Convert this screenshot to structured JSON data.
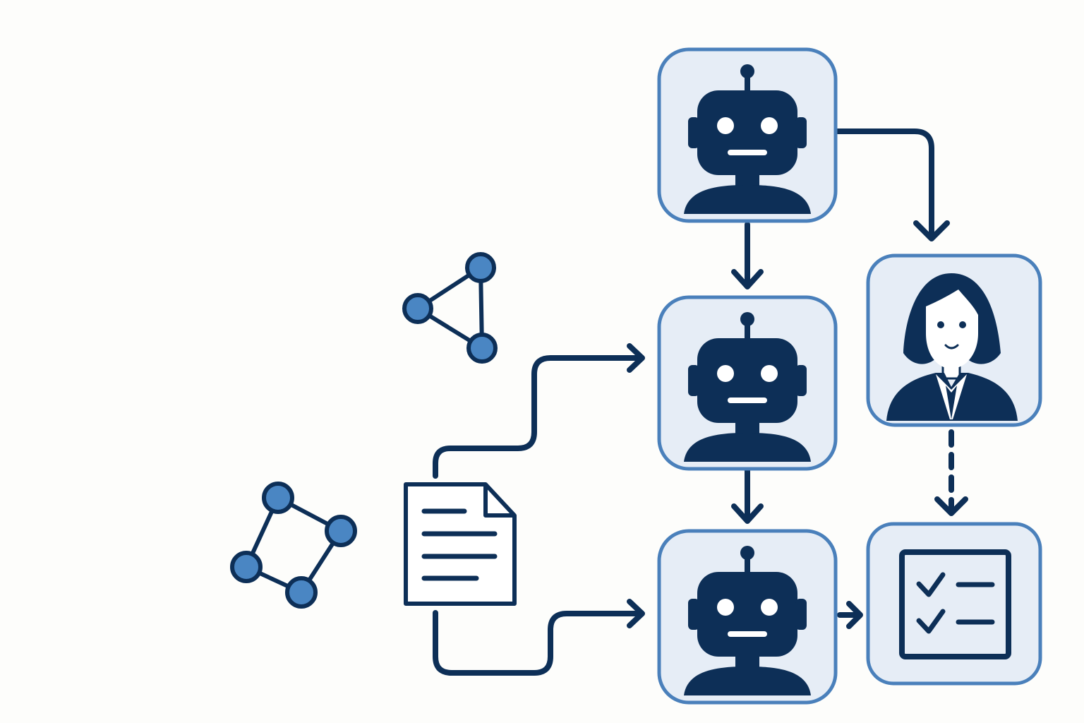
{
  "colors": {
    "background": "#fdfdfb",
    "ink": "#0d2f57",
    "card_fill": "#e6edf6",
    "card_border": "#4a80bb",
    "node_fill": "#4a86c3",
    "white": "#ffffff"
  },
  "nodes": [
    {
      "id": "agent-top",
      "kind": "agent",
      "icon": "robot-icon"
    },
    {
      "id": "agent-middle",
      "kind": "agent",
      "icon": "robot-icon"
    },
    {
      "id": "agent-bottom",
      "kind": "agent",
      "icon": "robot-icon"
    },
    {
      "id": "human-reviewer",
      "kind": "human",
      "icon": "person-icon"
    },
    {
      "id": "checklist-output",
      "kind": "output",
      "icon": "checklist-icon"
    },
    {
      "id": "document-input",
      "kind": "input",
      "icon": "document-icon"
    },
    {
      "id": "graph-small",
      "kind": "decoration",
      "icon": "network-graph-icon"
    },
    {
      "id": "graph-large",
      "kind": "decoration",
      "icon": "network-graph-icon"
    }
  ],
  "edges": [
    {
      "from": "agent-top",
      "to": "agent-middle",
      "style": "solid"
    },
    {
      "from": "agent-top",
      "to": "human-reviewer",
      "style": "solid"
    },
    {
      "from": "agent-middle",
      "to": "agent-bottom",
      "style": "solid"
    },
    {
      "from": "document-input",
      "to": "agent-middle",
      "style": "solid"
    },
    {
      "from": "document-input",
      "to": "agent-bottom",
      "style": "solid"
    },
    {
      "from": "agent-bottom",
      "to": "checklist-output",
      "style": "solid"
    },
    {
      "from": "human-reviewer",
      "to": "checklist-output",
      "style": "dashed"
    }
  ]
}
